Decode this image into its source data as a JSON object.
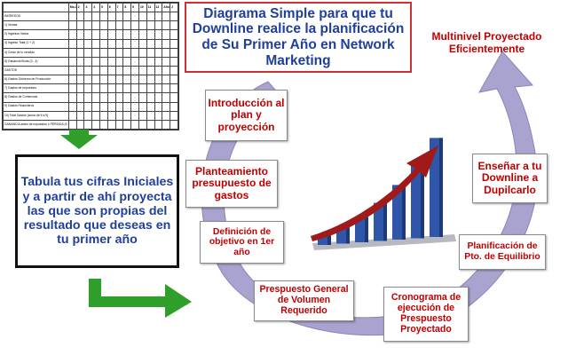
{
  "title": "Diagrama Simple para que tu Downline realice la planificación de Su Primer Año en Network Marketing",
  "main_text": "Tabula tus cifras Iniciales y a partir de ahí proyecta las que son propias del resultado que deseas en tu primer año",
  "goal_text": "Multinivel Proyectado Eficientemente",
  "steps": [
    "Introducción al plan y proyección",
    "Planteamiento presupuesto de gastos",
    "Definición de objetivo en 1er año",
    "Prespuesto General de Volumen Requerido",
    "Cronograma de ejecución de Prespuesto Proyectado",
    "Planificación de Pto. de Equilibrio",
    "Enseñar a tu Downline a Dupilcarlo"
  ],
  "sheet": {
    "header": [
      "",
      "Mo-1",
      "2",
      "3",
      "4",
      "5",
      "6",
      "7",
      "8",
      "9",
      "10",
      "11",
      "12",
      "Año",
      "2"
    ],
    "rows": [
      "INGRESOS",
      "1) Ventas",
      "2) Ingresos Varios",
      "3) Ingreso Total (1 + 2)",
      "4) Costo de lo vendido",
      "5) Ganancia Bruta (3 - 4)",
      "GASTOS",
      "6) Gastos Gobierno de Producción",
      "7) Gastos de Impuestos",
      "8) Gastos de Comercialz",
      "9) Gastos Financieros",
      "10) Total Gastos (suma de 6 a 9)",
      "GANANCIA antes de impuestos o PÉRDIDA (5 - 10)"
    ]
  },
  "colors": {
    "arrow_fill": "#a9a3cf",
    "arrow_stroke": "#8a84bb",
    "green_arrow": "#2f9e2a",
    "bars": "#2f56a8",
    "red_arrow": "#a01a1a",
    "title_blue": "#1f3f9a",
    "step_red": "#c00000"
  }
}
